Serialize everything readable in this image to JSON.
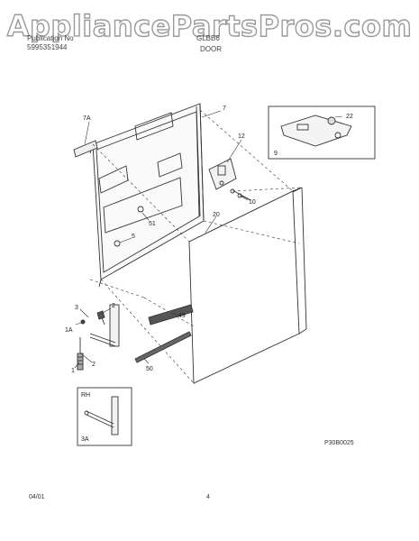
{
  "header": {
    "watermark": "AppliancePartsPros.com",
    "pub_line1": "Publication No",
    "pub_line2": "5995351944",
    "model": "GLBB6",
    "section_title": "DOOR"
  },
  "callouts": {
    "c7a": "7A",
    "c7": "7",
    "c12": "12",
    "c22": "22",
    "c9": "9",
    "c10": "10",
    "c20": "20",
    "c51": "51",
    "c5": "5",
    "c2a": "2",
    "c3": "3",
    "c1a": "1A",
    "c49": "49",
    "c2b": "2",
    "c1": "1",
    "c50": "50",
    "rh": "RH",
    "c3a": "3A"
  },
  "figure_code": "P30B0025",
  "footer": {
    "date": "04/01",
    "page": "4"
  }
}
